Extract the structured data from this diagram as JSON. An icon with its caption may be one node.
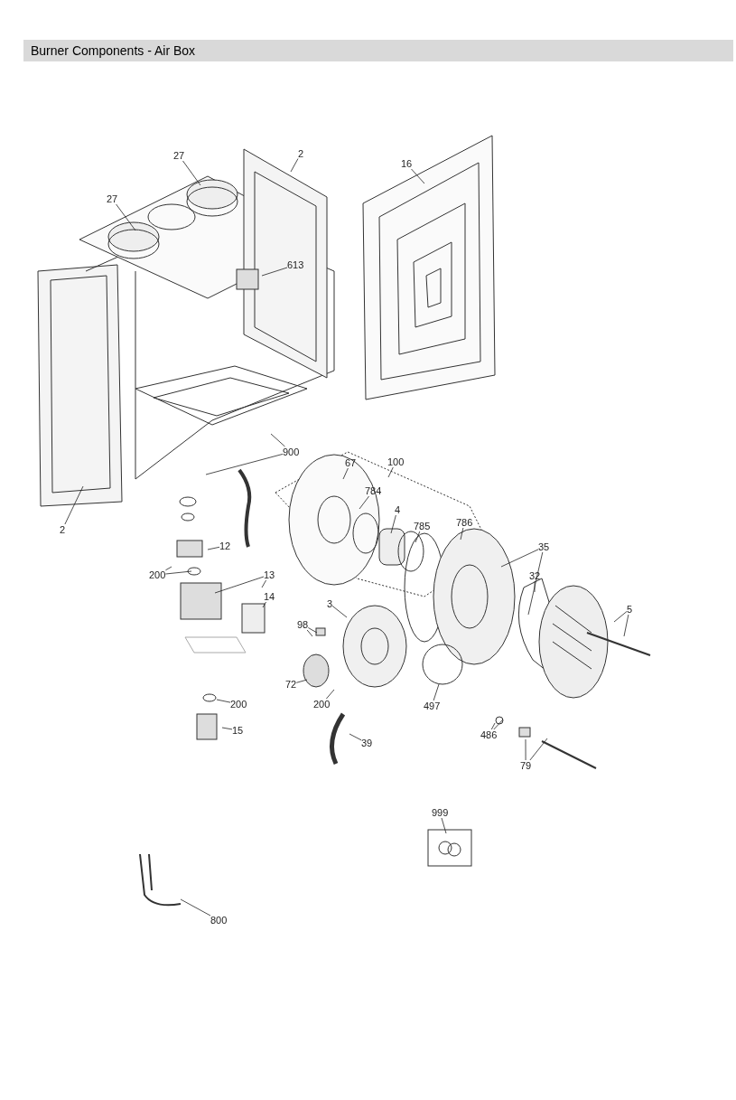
{
  "diagram": {
    "title": "Burner Components - Air Box",
    "nodes": [
      {
        "text": [
          "27"
        ]
      },
      {
        "text": [
          "2"
        ]
      },
      {
        "text": [
          "16"
        ]
      },
      {
        "text": [
          "27"
        ]
      },
      {
        "text": [
          "613"
        ]
      },
      {
        "text": [
          "900"
        ]
      },
      {
        "text": [
          "100"
        ]
      },
      {
        "text": [
          "67"
        ]
      },
      {
        "text": [
          "784"
        ]
      },
      {
        "text": [
          "2"
        ]
      },
      {
        "text": [
          "4"
        ]
      },
      {
        "text": [
          "785"
        ]
      },
      {
        "text": [
          "786"
        ]
      },
      {
        "text": [
          "35"
        ]
      },
      {
        "text": [
          "12"
        ]
      },
      {
        "text": [
          "32"
        ]
      },
      {
        "text": [
          "200"
        ]
      },
      {
        "text": [
          "13"
        ]
      },
      {
        "text": [
          "14"
        ]
      },
      {
        "text": [
          "3"
        ]
      },
      {
        "text": [
          "5"
        ]
      },
      {
        "text": [
          "98"
        ]
      },
      {
        "text": [
          "72"
        ]
      },
      {
        "text": [
          "200"
        ]
      },
      {
        "text": [
          "497"
        ]
      },
      {
        "text": [
          "200"
        ]
      },
      {
        "text": [
          "15"
        ]
      },
      {
        "text": [
          "39"
        ]
      },
      {
        "text": [
          "486"
        ]
      },
      {
        "text": [
          "79"
        ]
      },
      {
        "text": [
          "999"
        ]
      },
      {
        "text": [
          "800"
        ]
      }
    ],
    "edges": [
      {
        "from": 0,
        "to": null,
        "arrow": "none"
      },
      {
        "from": 1,
        "to": null,
        "arrow": "none"
      },
      {
        "from": 2,
        "to": null,
        "arrow": "none"
      },
      {
        "from": 3,
        "to": null,
        "arrow": "none"
      },
      {
        "from": 4,
        "to": null,
        "arrow": "none"
      },
      {
        "from": 5,
        "to": null,
        "arrow": "none"
      },
      {
        "from": 5,
        "to": null,
        "arrow": "none"
      },
      {
        "from": 6,
        "to": null,
        "arrow": "none"
      },
      {
        "from": 7,
        "to": null,
        "arrow": "none"
      },
      {
        "from": 8,
        "to": null,
        "arrow": "none"
      },
      {
        "from": 9,
        "to": null,
        "arrow": "none"
      },
      {
        "from": 10,
        "to": null,
        "arrow": "none"
      },
      {
        "from": 11,
        "to": null,
        "arrow": "none"
      },
      {
        "from": 12,
        "to": null,
        "arrow": "none"
      },
      {
        "from": 13,
        "to": null,
        "arrow": "none"
      },
      {
        "from": 13,
        "to": null,
        "arrow": "none"
      },
      {
        "from": 14,
        "to": null,
        "arrow": "none"
      },
      {
        "from": 15,
        "to": null,
        "arrow": "none"
      },
      {
        "from": 16,
        "to": null,
        "arrow": "none"
      },
      {
        "from": 16,
        "to": null,
        "arrow": "none"
      },
      {
        "from": 17,
        "to": null,
        "arrow": "none"
      },
      {
        "from": 17,
        "to": null,
        "arrow": "none"
      },
      {
        "from": 18,
        "to": null,
        "arrow": "none"
      },
      {
        "from": 19,
        "to": null,
        "arrow": "none"
      },
      {
        "from": 20,
        "to": null,
        "arrow": "none"
      },
      {
        "from": 20,
        "to": null,
        "arrow": "none"
      },
      {
        "from": 21,
        "to": null,
        "arrow": "none"
      },
      {
        "from": 21,
        "to": null,
        "arrow": "none"
      },
      {
        "from": 22,
        "to": null,
        "arrow": "none"
      },
      {
        "from": 23,
        "to": null,
        "arrow": "none"
      },
      {
        "from": 24,
        "to": null,
        "arrow": "none"
      },
      {
        "from": 25,
        "to": null,
        "arrow": "none"
      },
      {
        "from": 26,
        "to": null,
        "arrow": "none"
      },
      {
        "from": 27,
        "to": null,
        "arrow": "none"
      },
      {
        "from": 28,
        "to": null,
        "arrow": "none"
      },
      {
        "from": 28,
        "to": null,
        "arrow": "none"
      },
      {
        "from": 29,
        "to": null,
        "arrow": "none"
      },
      {
        "from": 29,
        "to": null,
        "arrow": "none"
      },
      {
        "from": 30,
        "to": null,
        "arrow": "none"
      },
      {
        "from": 31,
        "to": null,
        "arrow": "none"
      }
    ]
  }
}
